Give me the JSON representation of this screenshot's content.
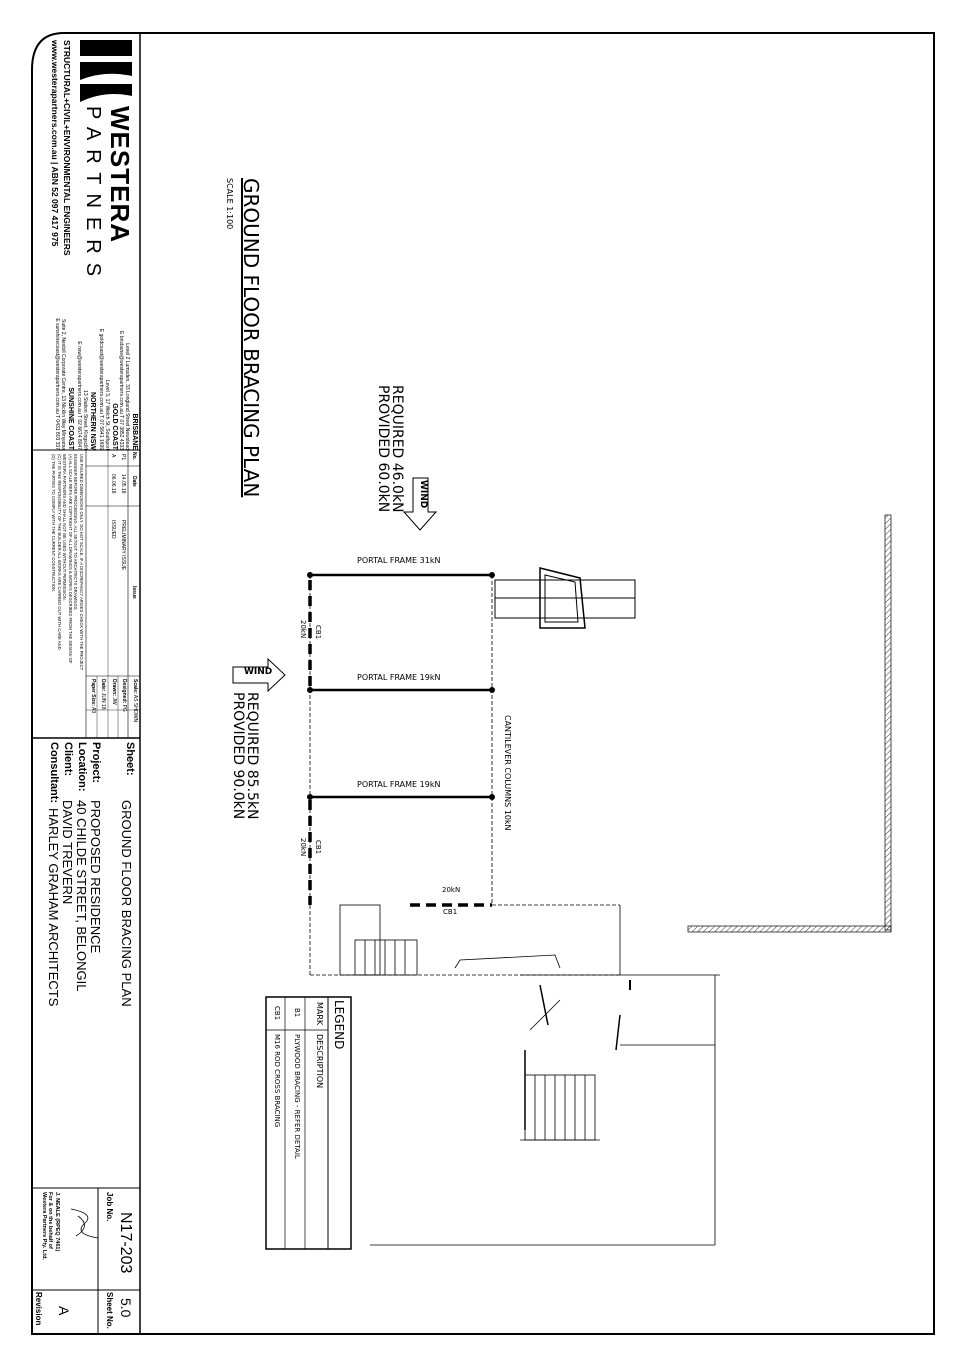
{
  "company": {
    "name_top": "WESTERA",
    "name_bottom": "PARTNERS",
    "tagline": "STRUCTURAL+CIVIL+ENVIRONMENTAL ENGINEERS",
    "web_abn": "www.westerapartners.com.au | ABN 52 097 417 975"
  },
  "offices": [
    {
      "name": "BRISBANE",
      "line1": "Level 2 Lumsden, 33 Longland Street Newstead",
      "line2": "E brisbane@westerapartners.com.au  T 07 3852 4333"
    },
    {
      "name": "GOLD COAST",
      "line1": "Level 3, 17 Welch St, Southport",
      "line2": "E goldcoast@westerapartners.com.au  T 07 5641 1699"
    },
    {
      "name": "NORTHERN NSW",
      "line1": "13 Station Street, Kingscliff",
      "line2": "E nsw@westerapartners.com.au  T 02 6674 8047"
    },
    {
      "name": "SUNSHINE COAST",
      "line1": "Suite 2, Nextoll Corporate Centre, 13 Nicklin Way Minyama",
      "line2": "E sunshinecoast@westerapartners.com.au  T 0431 803 337"
    }
  ],
  "revisions": {
    "headers": [
      "No.",
      "Date",
      "Issue"
    ],
    "rows": [
      [
        "P1",
        "14.05.18",
        "PRELIMINARY ISSUE"
      ],
      [
        "A",
        "06.06.18",
        "ISSUED"
      ]
    ]
  },
  "meta": {
    "scale_label": "Scale:",
    "scale_value": "AS SHOWN",
    "designed_label": "Designed:",
    "designed_value": "PG",
    "drawn_label": "Drawn:",
    "drawn_value": "JW",
    "date_label": "Date:",
    "date_value": "JUN 18",
    "paper_label": "Paper Size:",
    "paper_value": "A3"
  },
  "notes": [
    "USE FIGURED DIMENSIONS ONLY. DO NOT SCALE. IF A DISCREPANCY ARISES CHECK WITH THE PROJECT",
    "ENGINEER BEFORE PROCEEDING. ALL SETOUT TO ARCHITECTS DRAWINGS.",
    "(A) ALL SCALE REFS ARE COPYRIGHT OF ALL DRAWINGS & WORKS DESCRIBED FROM THE DESIGN OF",
    "WESTERA PARTNERS AND SHALL NOT BE USED WITHOUT PERMISSION.",
    "(C) IT IS THE RESPONSIBILITY OF THE BUILDER ALL WORKS ARE CARRIED OUT WITH CARE AND",
    "(D) THE PARTIES TO COMPLY WITH THE CURRENT CONSTRUCTION."
  ],
  "sheet_info": {
    "sheet_label": "Sheet:",
    "sheet_value": "GROUND FLOOR BRACING PLAN",
    "project_label": "Project:",
    "project_value": "PROPOSED RESIDENCE",
    "location_label": "Location:",
    "location_value": "40 CHILDE STREET, BELONGIL",
    "client_label": "Client:",
    "client_value": "DAVID TREVERN",
    "consultant_label": "Consultant:",
    "consultant_value": "HARLEY GRAHAM ARCHITECTS",
    "job_label": "Job No.",
    "job_value": "N17-203",
    "sheetno_label": "Sheet No.",
    "sheetno_value": "5.0",
    "revision_label": "Revision",
    "revision_value": "A",
    "signer_1": "J. NEALE  (RPEQ 7461)",
    "signer_2": "For & on the behalf of",
    "signer_3": "Westera Partners Pty. Ltd."
  },
  "drawing": {
    "title": "GROUND FLOOR BRACING PLAN",
    "scale": "SCALE 1:100",
    "wind_label": "WIND",
    "upper_required": "REQUIRED  46.0kN",
    "upper_provided": "PROVIDED  60.0kN",
    "lower_required": "REQUIRED  85.5kN",
    "lower_provided": "PROVIDED  90.0kN",
    "portal_1": "PORTAL FRAME 31kN",
    "portal_2": "PORTAL FRAME 19kN",
    "portal_3": "PORTAL FRAME 19kN",
    "cantilever": "CANTILEVER COLUMNS 10kN",
    "cb1": "CB1",
    "kn20": "20kN"
  },
  "legend": {
    "title": "LEGEND",
    "header_mark": "MARK",
    "header_desc": "DESCRIPTION",
    "rows": [
      {
        "mark": "B1",
        "desc": "PLYWOOD BRACING - REFER DETAIL"
      },
      {
        "mark": "CB1",
        "desc": "M16 ROD CROSS BRACING"
      }
    ]
  }
}
